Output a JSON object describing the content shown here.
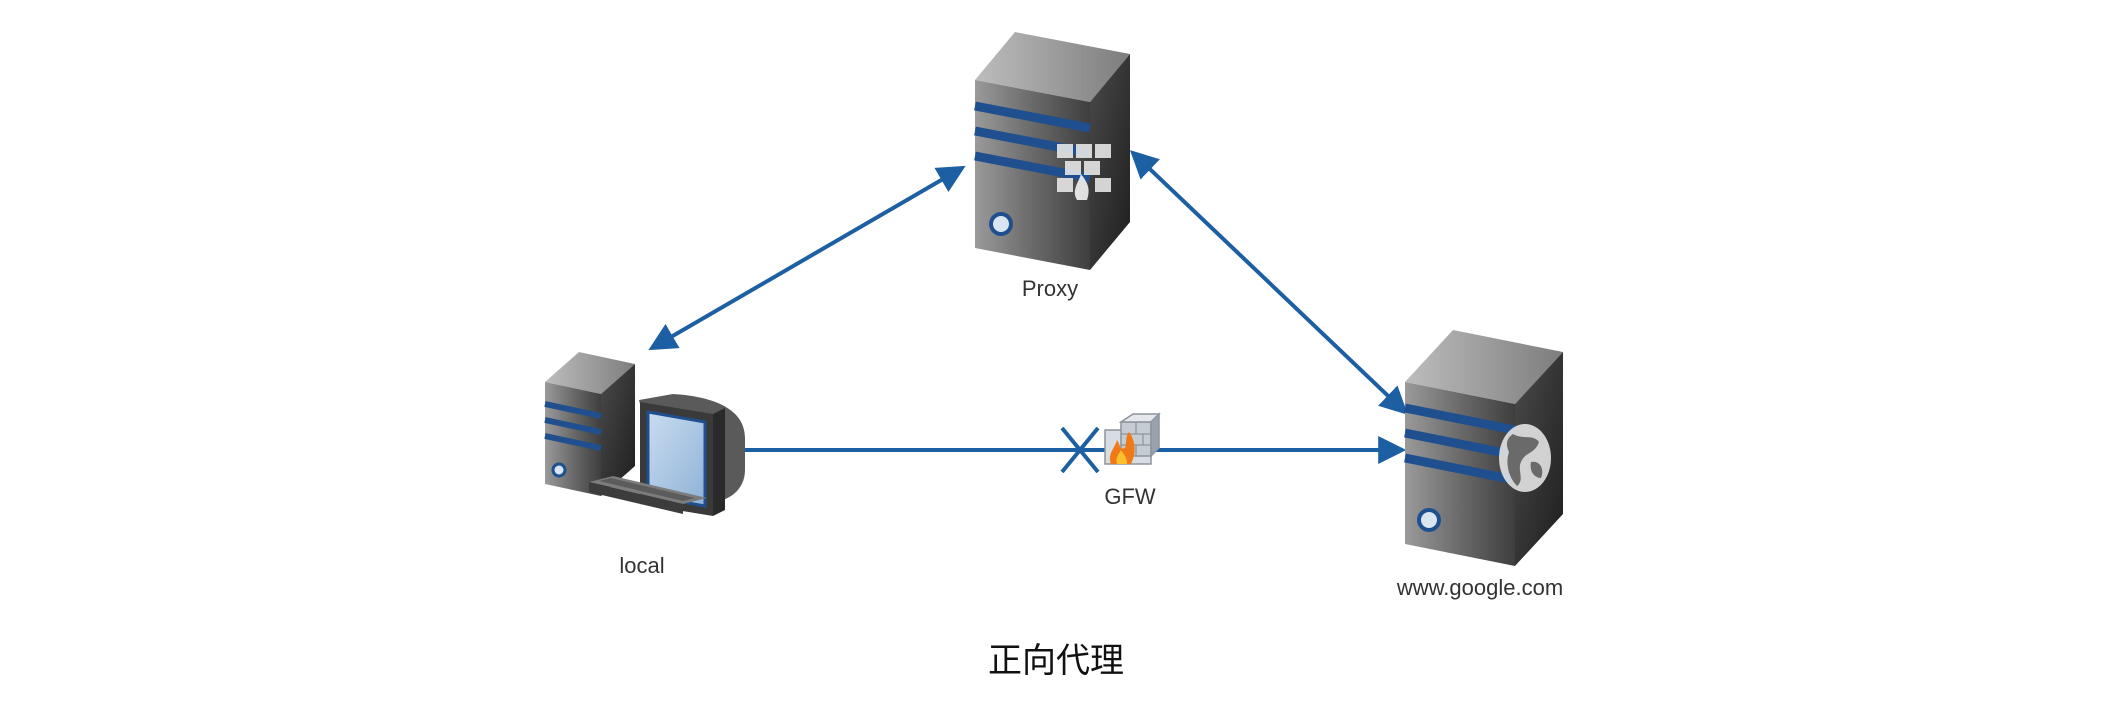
{
  "nodes": {
    "proxy": {
      "label": "Proxy"
    },
    "local": {
      "label": "local"
    },
    "google": {
      "label": "www.google.com"
    },
    "gfw": {
      "label": "GFW"
    }
  },
  "icons": {
    "proxy": "firewall-server-icon",
    "local": "desktop-computer-icon",
    "google": "web-server-icon",
    "gfw": "firewall-icon",
    "blocked": "blocked-cross-icon"
  },
  "colors": {
    "connector": "#1d5fa3",
    "server_dark": "#2f2f2f",
    "server_light": "#8a8a8a",
    "stripe": "#1f4f8f"
  },
  "caption": "正向代理"
}
